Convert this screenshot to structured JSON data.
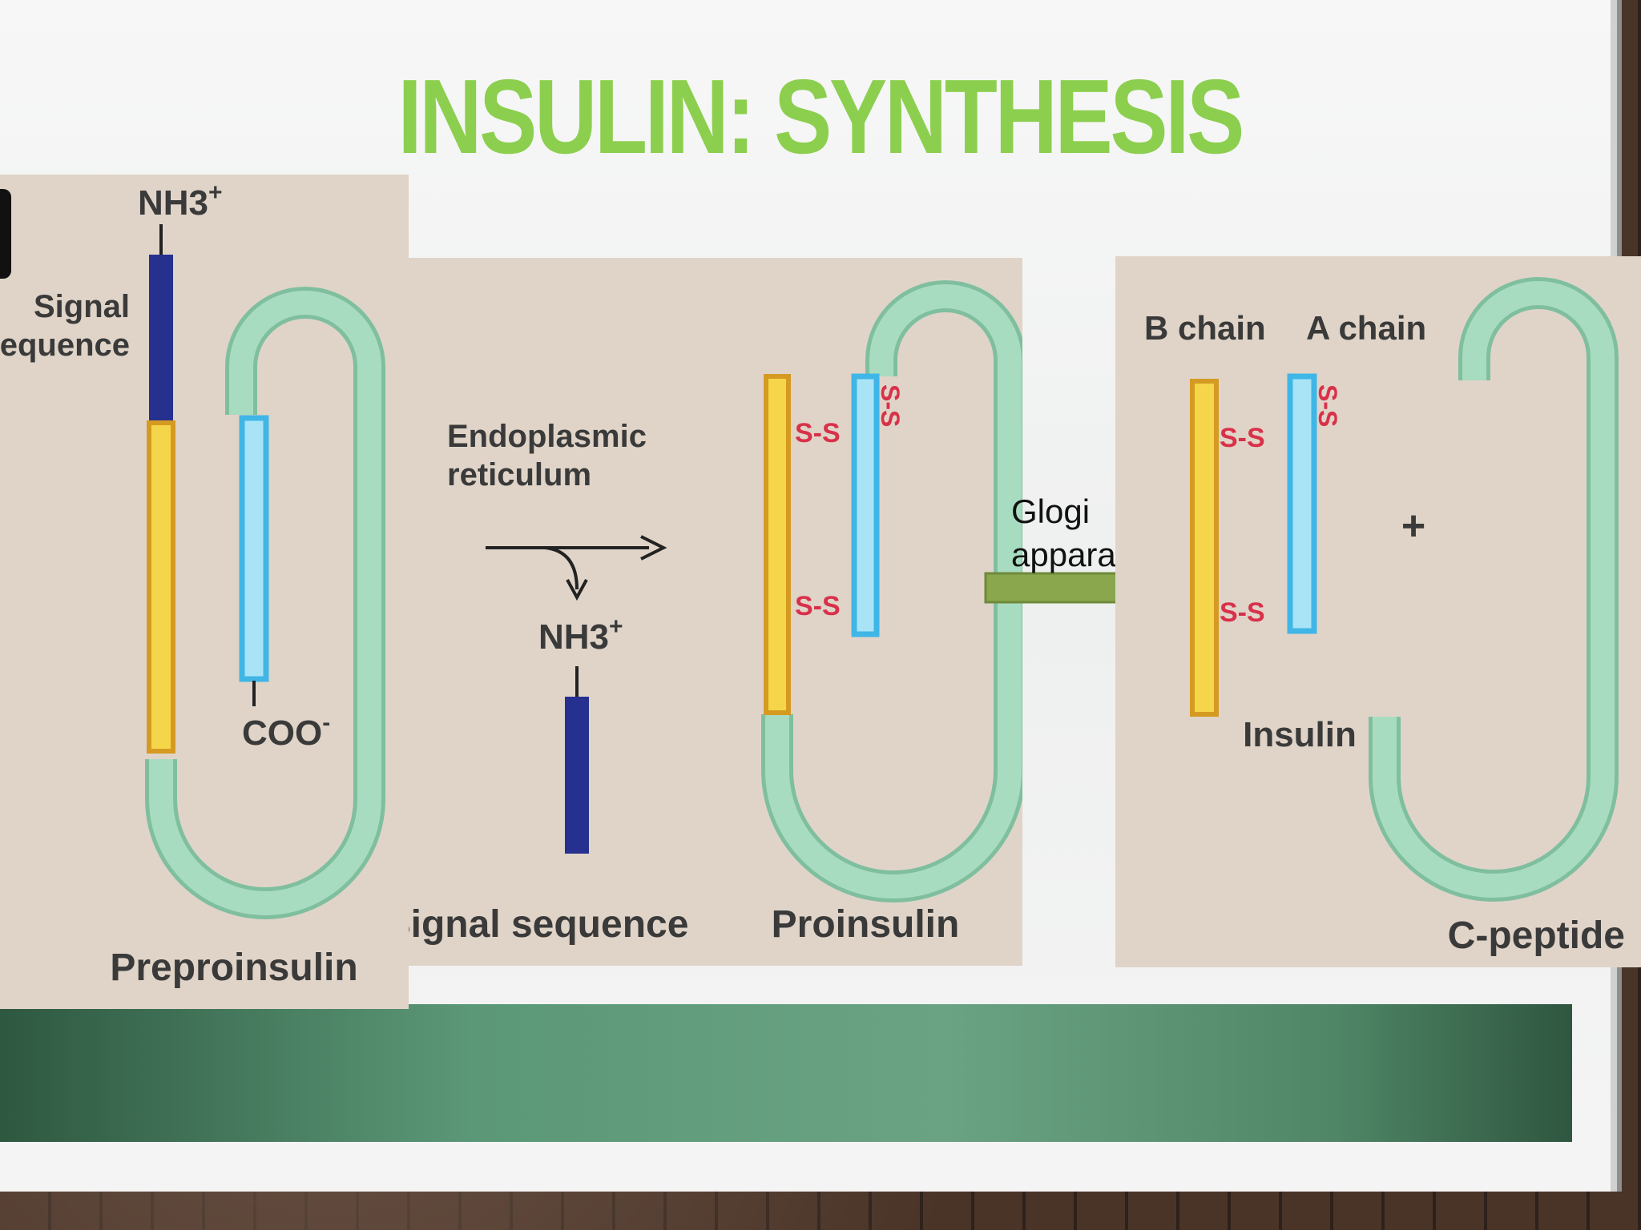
{
  "title": "INSULIN:  SYNTHESIS",
  "panel1": {
    "nh3": "NH3",
    "nh3_charge": "+",
    "signal_line1": "Signal",
    "signal_line2": "sequence",
    "coo": "COO",
    "coo_charge": "-",
    "caption": "Preproinsulin"
  },
  "panel2": {
    "er_line1": "Endoplasmic",
    "er_line2": "reticulum",
    "nh3": "NH3",
    "nh3_charge": "+",
    "signal_caption": "Signal sequence",
    "proinsulin_caption": "Proinsulin",
    "ss_top": "S-S",
    "ss_bottom": "S-S",
    "ss_vertical": "S-S"
  },
  "golgi": {
    "line1": "Glogi",
    "line2": "apparatus"
  },
  "panel3": {
    "b_chain": "B chain",
    "a_chain": "A chain",
    "ss_top": "S-S",
    "ss_bottom": "S-S",
    "ss_vertical": "S-S",
    "plus": "+",
    "insulin_caption": "Insulin",
    "cpeptide_caption": "C-peptide"
  },
  "colors": {
    "title": "#8ccf4f",
    "signal_blue": "#25308f",
    "b_chain_yellow": "#f5d64a",
    "a_chain_blue": "#4cc3ee",
    "c_peptide_green": "#a8dcc0",
    "disulfide_red": "#d8314a",
    "golgi_arrow": "#8aa74e"
  }
}
